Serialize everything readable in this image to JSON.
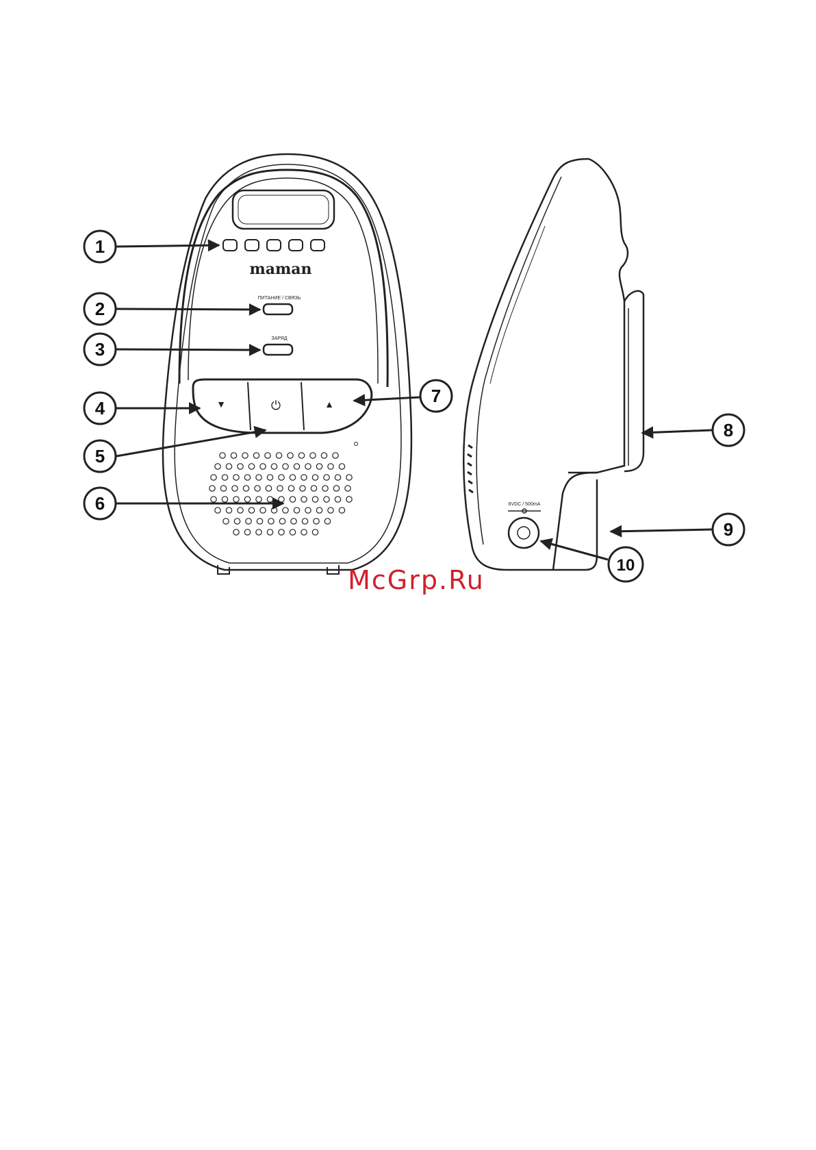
{
  "device": {
    "brand": "maman",
    "label_power_link": "ПИТАНИЕ / СВЯЗЬ",
    "label_charge": "ЗАРЯД",
    "btn_down": "▼",
    "btn_power": "⏻",
    "btn_up": "▲",
    "dc_label": "6VDC / 500mA"
  },
  "callouts": [
    "1",
    "2",
    "3",
    "4",
    "5",
    "6",
    "7",
    "8",
    "9",
    "10"
  ],
  "watermark": {
    "text": "McGrp.Ru",
    "color": "#d0202a"
  },
  "colors": {
    "line": "#222222",
    "fill": "#ffffff"
  }
}
